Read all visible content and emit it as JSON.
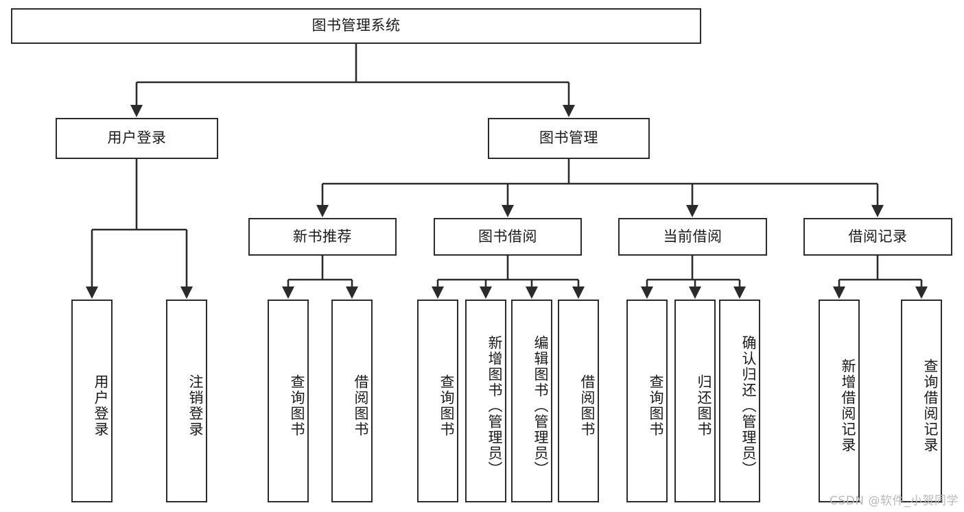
{
  "diagram": {
    "title": "图书管理系统",
    "type": "tree-hierarchy",
    "stroke_color": "#2b2b2b",
    "fill_color": "#ffffff",
    "text_color": "#1a1a1a"
  },
  "nodes": {
    "root": {
      "label": "图书管理系统"
    },
    "level2": [
      {
        "label": "用户登录"
      },
      {
        "label": "图书管理"
      }
    ],
    "level3": [
      {
        "label": "新书推荐"
      },
      {
        "label": "图书借阅"
      },
      {
        "label": "当前借阅"
      },
      {
        "label": "借阅记录"
      }
    ],
    "leaves": {
      "user_login": [
        {
          "label": "用户登录"
        },
        {
          "label": "注销登录"
        }
      ],
      "new_book_recommend": [
        {
          "label": "查询图书"
        },
        {
          "label": "借阅图书"
        }
      ],
      "book_borrow": [
        {
          "label": "查询图书"
        },
        {
          "label": "新增图书（管理员）"
        },
        {
          "label": "编辑图书（管理员）"
        },
        {
          "label": "借阅图书"
        }
      ],
      "current_borrow": [
        {
          "label": "查询图书"
        },
        {
          "label": "归还图书"
        },
        {
          "label": "确认归还（管理员）"
        }
      ],
      "borrow_record": [
        {
          "label": "新增借阅记录"
        },
        {
          "label": "查询借阅记录"
        }
      ]
    }
  },
  "watermark": {
    "text": "CSDN @软件_小贺同学"
  }
}
